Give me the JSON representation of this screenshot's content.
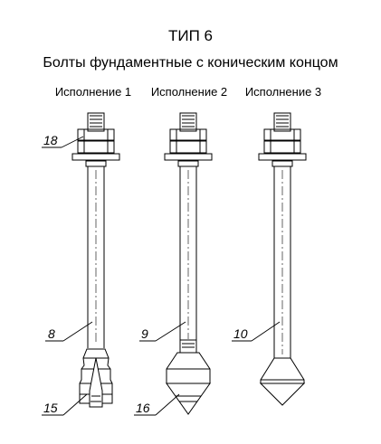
{
  "title": "ТИП 6",
  "subtitle": "Болты фундаментные с коническим концом",
  "variants": [
    "Исполнение 1",
    "Исполнение 2",
    "Исполнение 3"
  ],
  "callouts": {
    "nut": "18",
    "bolt_1": "8",
    "bolt_2": "9",
    "bolt_3": "10",
    "collet": "15",
    "cone_nut": "16"
  }
}
